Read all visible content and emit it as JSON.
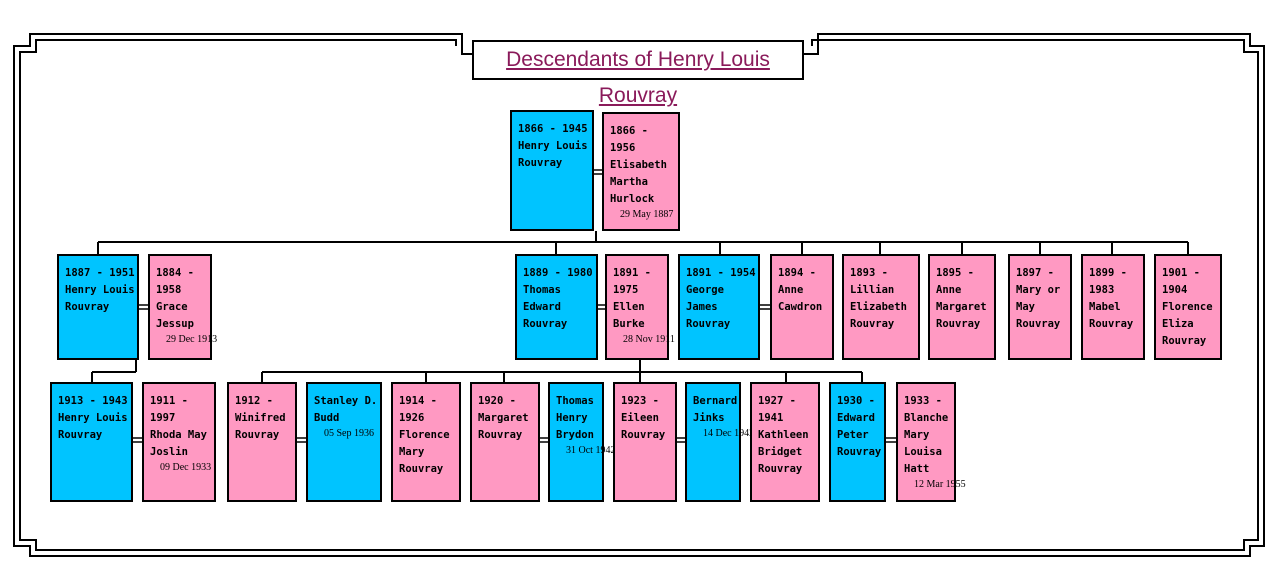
{
  "title": "Descendants of Henry Louis Rouvray",
  "colors": {
    "male": "#00c4ff",
    "female": "#ff99c2",
    "title_text": "#8a1a5a"
  },
  "people": {
    "p1": {
      "lines": [
        "1866 - 1945",
        "Henry Louis",
        "Rouvray"
      ],
      "gender": "male"
    },
    "p2": {
      "lines": [
        "1866 -",
        "1956",
        "Elisabeth",
        "Martha",
        "Hurlock"
      ],
      "marriage": "29 May 1887",
      "gender": "female"
    },
    "c1": {
      "lines": [
        "1887 - 1951",
        "Henry Louis",
        "Rouvray"
      ],
      "gender": "male"
    },
    "c1s": {
      "lines": [
        "1884 -",
        "1958",
        "Grace",
        "Jessup"
      ],
      "marriage": "29 Dec 1913",
      "gender": "female"
    },
    "c2": {
      "lines": [
        "1889 - 1980",
        "Thomas",
        "Edward",
        "Rouvray"
      ],
      "gender": "male"
    },
    "c2s": {
      "lines": [
        "1891 -",
        "1975",
        "Ellen",
        "Burke"
      ],
      "marriage": "28 Nov 1911",
      "gender": "female"
    },
    "c3": {
      "lines": [
        "1891 - 1954",
        "George",
        "James",
        "Rouvray"
      ],
      "gender": "male"
    },
    "c4": {
      "lines": [
        "1894 -",
        "Anne",
        "Cawdron"
      ],
      "gender": "female"
    },
    "c5": {
      "lines": [
        "1893 -",
        "Lillian",
        "Elizabeth",
        "Rouvray"
      ],
      "gender": "female"
    },
    "c6": {
      "lines": [
        "1895 -",
        "Anne",
        "Margaret",
        "Rouvray"
      ],
      "gender": "female"
    },
    "c7": {
      "lines": [
        "1897 -",
        "Mary or",
        "May",
        "Rouvray"
      ],
      "gender": "female"
    },
    "c8": {
      "lines": [
        "1899 -",
        "1983",
        "Mabel",
        "Rouvray"
      ],
      "gender": "female"
    },
    "c9": {
      "lines": [
        "1901 -",
        "1904",
        "Florence",
        "Eliza",
        "Rouvray"
      ],
      "gender": "female"
    },
    "g1": {
      "lines": [
        "1913 - 1943",
        "Henry Louis",
        "Rouvray"
      ],
      "gender": "male"
    },
    "g1s": {
      "lines": [
        "1911 -",
        "1997",
        "Rhoda May",
        "Joslin"
      ],
      "marriage": "09 Dec 1933",
      "gender": "female"
    },
    "g2": {
      "lines": [
        "1912 -",
        "Winifred",
        "Rouvray"
      ],
      "gender": "female"
    },
    "g2s": {
      "lines": [
        "Stanley D.",
        "Budd"
      ],
      "marriage": "05 Sep 1936",
      "gender": "male"
    },
    "g3": {
      "lines": [
        "1914 -",
        "1926",
        "Florence",
        "Mary",
        "Rouvray"
      ],
      "gender": "female"
    },
    "g4": {
      "lines": [
        "1920 -",
        "Margaret",
        "Rouvray"
      ],
      "gender": "female"
    },
    "g4s": {
      "lines": [
        "Thomas",
        "Henry",
        "Brydon"
      ],
      "marriage": "31 Oct 1942",
      "gender": "male"
    },
    "g5": {
      "lines": [
        "1923 -",
        "Eileen",
        "Rouvray"
      ],
      "gender": "female"
    },
    "g5s": {
      "lines": [
        "Bernard",
        "Jinks"
      ],
      "marriage": "14 Dec 1942",
      "gender": "male"
    },
    "g6": {
      "lines": [
        "1927 -",
        "1941",
        "Kathleen",
        "Bridget",
        "Rouvray"
      ],
      "gender": "female"
    },
    "g7": {
      "lines": [
        "1930 -",
        "Edward",
        "Peter",
        "Rouvray"
      ],
      "gender": "male"
    },
    "g7s": {
      "lines": [
        "1933 -",
        "Blanche",
        "Mary",
        "Louisa",
        "Hatt"
      ],
      "marriage": "12 Mar 1955",
      "gender": "female"
    }
  }
}
